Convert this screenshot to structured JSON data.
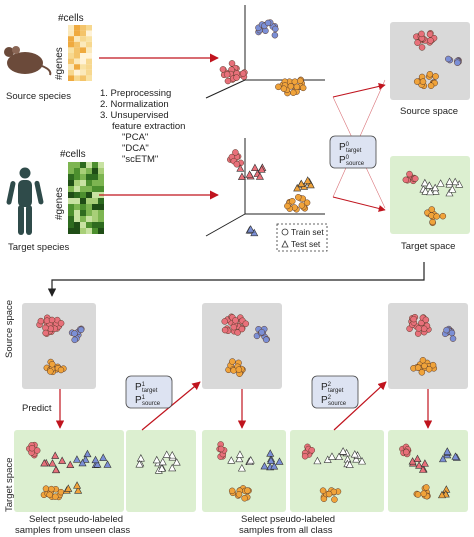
{
  "top": {
    "source_label": "Source species",
    "target_label": "Target species",
    "cells_label": "#cells",
    "genes_label": "#genes",
    "steps": [
      "1. Preprocessing",
      "2. Normalization",
      "3. Unsupervised",
      "feature extraction"
    ],
    "methods": [
      "\"PCA\"",
      "\"DCA\"",
      "\"scETM\""
    ],
    "source_space_label": "Source space",
    "target_space_label": "Target space",
    "projection_box": {
      "top": "P",
      "top_sup": "0",
      "top_sub": "target",
      "bottom": "P",
      "bottom_sup": "0",
      "bottom_sub": "source"
    },
    "legend": {
      "train": "Train set",
      "test": "Test  set"
    }
  },
  "bottom": {
    "source_space_label": "Source space",
    "target_space_label": "Target space",
    "predict_label": "Predict",
    "box1": {
      "top": "P",
      "top_sup": "1",
      "top_sub": "target",
      "bottom": "P",
      "bottom_sup": "1",
      "bottom_sub": "source"
    },
    "box2": {
      "top": "P",
      "top_sup": "2",
      "top_sub": "target",
      "bottom": "P",
      "bottom_sup": "2",
      "bottom_sub": "source"
    },
    "caption1": [
      "Select pseudo-labeled",
      "samples from unseen class"
    ],
    "caption2": [
      "Select pseudo-labeled",
      "samples from all class"
    ]
  },
  "colors": {
    "red": "#e8707a",
    "blue": "#7b8fd6",
    "orange": "#f0a33a",
    "gray_panel": "#d9d9d9",
    "green_panel": "#dcefd0",
    "arrow": "#c0141e"
  }
}
